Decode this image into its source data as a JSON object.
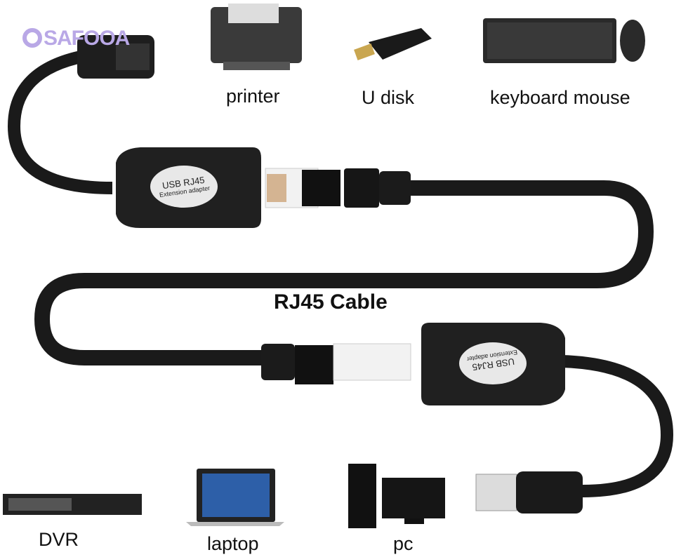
{
  "watermark": {
    "text": "SAFOOA"
  },
  "title": "RJ45 Cable",
  "adapters": [
    {
      "line1": "USB RJ45",
      "line2": "Extension adapter"
    },
    {
      "line1": "USB RJ45",
      "line2": "Extension adapter"
    }
  ],
  "devices_top": [
    {
      "label": "printer",
      "icon": "printer-icon"
    },
    {
      "label": "U disk",
      "icon": "usb-drive-icon"
    },
    {
      "label": "keyboard mouse",
      "icon": "keyboard-mouse-icon"
    }
  ],
  "devices_bottom": [
    {
      "label": "DVR",
      "icon": "dvr-icon"
    },
    {
      "label": "laptop",
      "icon": "laptop-icon"
    },
    {
      "label": "pc",
      "icon": "desktop-pc-icon"
    }
  ],
  "colors": {
    "cable": "#1a1a1a",
    "watermark": "#b9a8e6",
    "background": "#ffffff"
  }
}
